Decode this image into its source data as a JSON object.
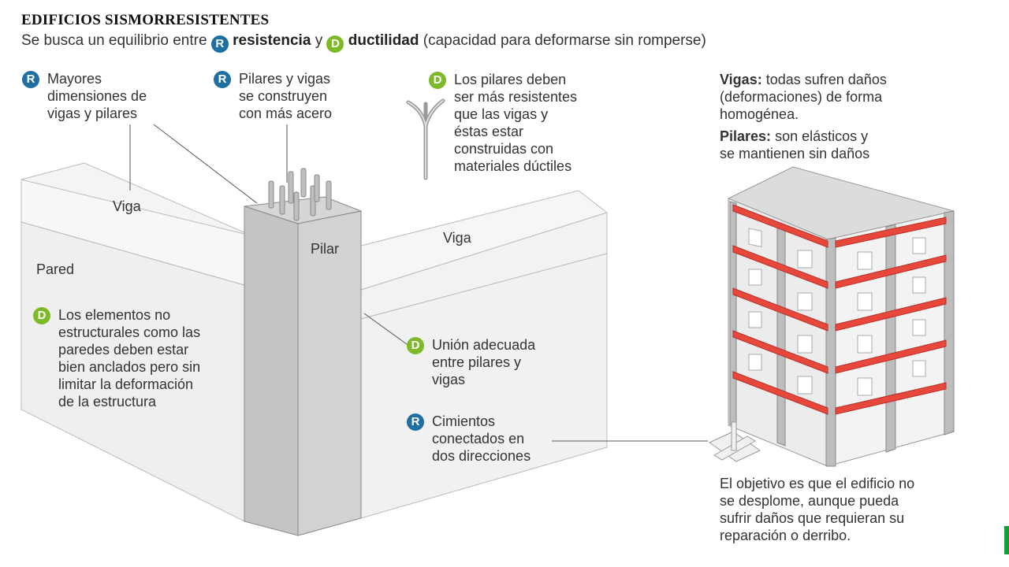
{
  "title": "EDIFICIOS SISMORRESISTENTES",
  "subtitle": {
    "prefix": "Se busca un equilibrio entre",
    "r_badge": "R",
    "resistencia": "resistencia",
    "and": "y",
    "d_badge": "D",
    "ductilidad": "ductilidad",
    "suffix": "(capacidad para deformarse sin romperse)"
  },
  "notes": {
    "dimensiones": {
      "badge": "R",
      "lines": [
        "Mayores",
        "dimensiones de",
        "vigas y pilares"
      ]
    },
    "acero": {
      "badge": "R",
      "lines": [
        "Pilares y vigas",
        "se construyen",
        "con más acero"
      ]
    },
    "pilares_resistentes": {
      "badge": "D",
      "lines": [
        "Los pilares deben",
        "ser más resistentes",
        "que las vigas y",
        "éstas estar",
        "construidas con",
        "materiales dúctiles"
      ]
    },
    "no_estructurales": {
      "badge": "D",
      "lines": [
        "Los elementos no",
        "estructurales como las",
        "paredes deben estar",
        "bien anclados pero sin",
        "limitar la deformación",
        "de la estructura"
      ]
    },
    "union": {
      "badge": "D",
      "lines": [
        "Unión adecuada",
        "entre pilares y",
        "vigas"
      ]
    },
    "cimientos": {
      "badge": "R",
      "lines": [
        "Cimientos",
        "conectados en",
        "dos direcciones"
      ]
    }
  },
  "labels": {
    "viga_left": "Viga",
    "viga_right": "Viga",
    "pilar": "Pilar",
    "pared": "Pared"
  },
  "building_info": {
    "vigas_title": "Vigas:",
    "vigas_text_1": "todas sufren daños",
    "vigas_lines": [
      "(deformaciones) de forma",
      "homogénea."
    ],
    "pilares_title": "Pilares:",
    "pilares_text_1": "son elásticos y",
    "pilares_lines": [
      "se mantienen sin daños"
    ]
  },
  "objetivo": [
    "El objetivo es que el edificio no",
    "se desplome, aunque pueda",
    "sufrir daños que requieran su",
    "reparación o derribo."
  ],
  "colors": {
    "resistencia": "#1f6fa3",
    "ductilidad": "#7db928",
    "beam_red": "#e8473c",
    "accent_green": "#1a9a3a"
  }
}
